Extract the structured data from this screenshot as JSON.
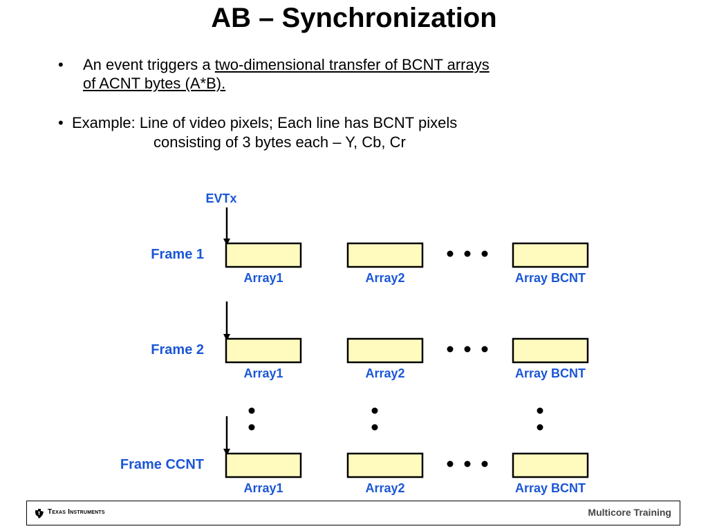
{
  "title": "AB – Synchronization",
  "bullets": [
    {
      "text_before": "An event triggers a ",
      "underlined_line1": "two-dimensional transfer of BCNT arrays",
      "underlined_line2": "of ACNT bytes (A*B)."
    },
    {
      "line1": "Example: Line of video pixels; Each line has BCNT pixels",
      "line2": "consisting of 3 bytes each – Y, Cb, Cr"
    }
  ],
  "diagram": {
    "event_label": "EVTx",
    "frames": [
      {
        "label": "Frame 1",
        "arrays": [
          "Array1",
          "Array2",
          "Array BCNT"
        ]
      },
      {
        "label": "Frame 2",
        "arrays": [
          "Array1",
          "Array2",
          "Array BCNT"
        ]
      },
      {
        "label": "Frame CCNT",
        "arrays": [
          "Array1",
          "Array2",
          "Array BCNT"
        ]
      }
    ],
    "colors": {
      "label_blue": "#1a56d6",
      "box_fill": "#fffbbf",
      "box_stroke": "#000000"
    }
  },
  "footer": {
    "ti_name": "Texas Instruments",
    "right_text": "Multicore Training"
  }
}
